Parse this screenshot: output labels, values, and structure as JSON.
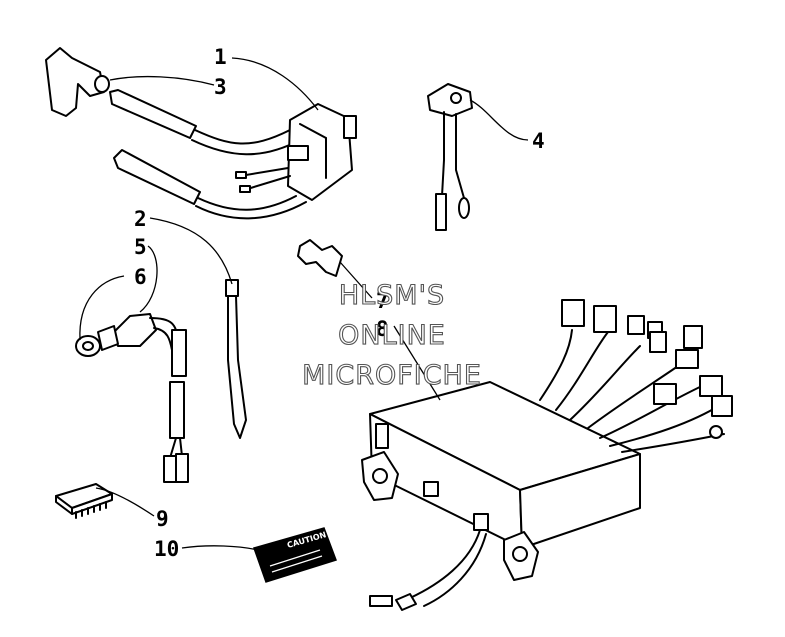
{
  "diagram": {
    "callouts": [
      "1",
      "2",
      "3",
      "4",
      "5",
      "6",
      "7",
      "8",
      "9",
      "10"
    ],
    "watermark": [
      "HLSM'S",
      "ONLINE",
      "MICROFICHE"
    ],
    "decal_text": "CAUTION"
  }
}
